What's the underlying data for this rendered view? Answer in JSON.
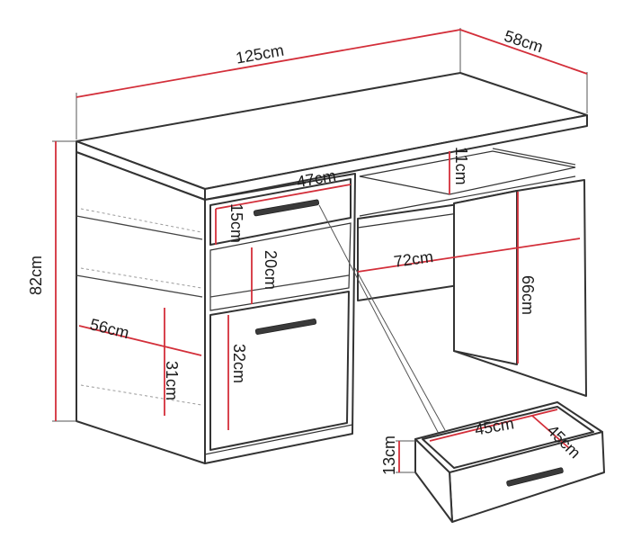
{
  "colors": {
    "dimension_line": "#d32f3a",
    "furniture_outline": "#333333",
    "handle": "#3a3a3a",
    "background": "#ffffff"
  },
  "dimensions": {
    "width": "125cm",
    "depth": "58cm",
    "height": "82cm",
    "drawer_width": "47cm",
    "top_drawer_height": "15cm",
    "open_shelf_height": "20cm",
    "cabinet_depth": "56cm",
    "shelf_height": "31cm",
    "door_height": "32cm",
    "center_drawer_height": "11cm",
    "knee_width": "72cm",
    "leg_height": "66cm",
    "drawer_detail_width": "45cm",
    "drawer_detail_depth": "45cm",
    "drawer_detail_height": "13cm"
  },
  "icons": {
    "drawer_handle": "drawer-handle-icon"
  }
}
